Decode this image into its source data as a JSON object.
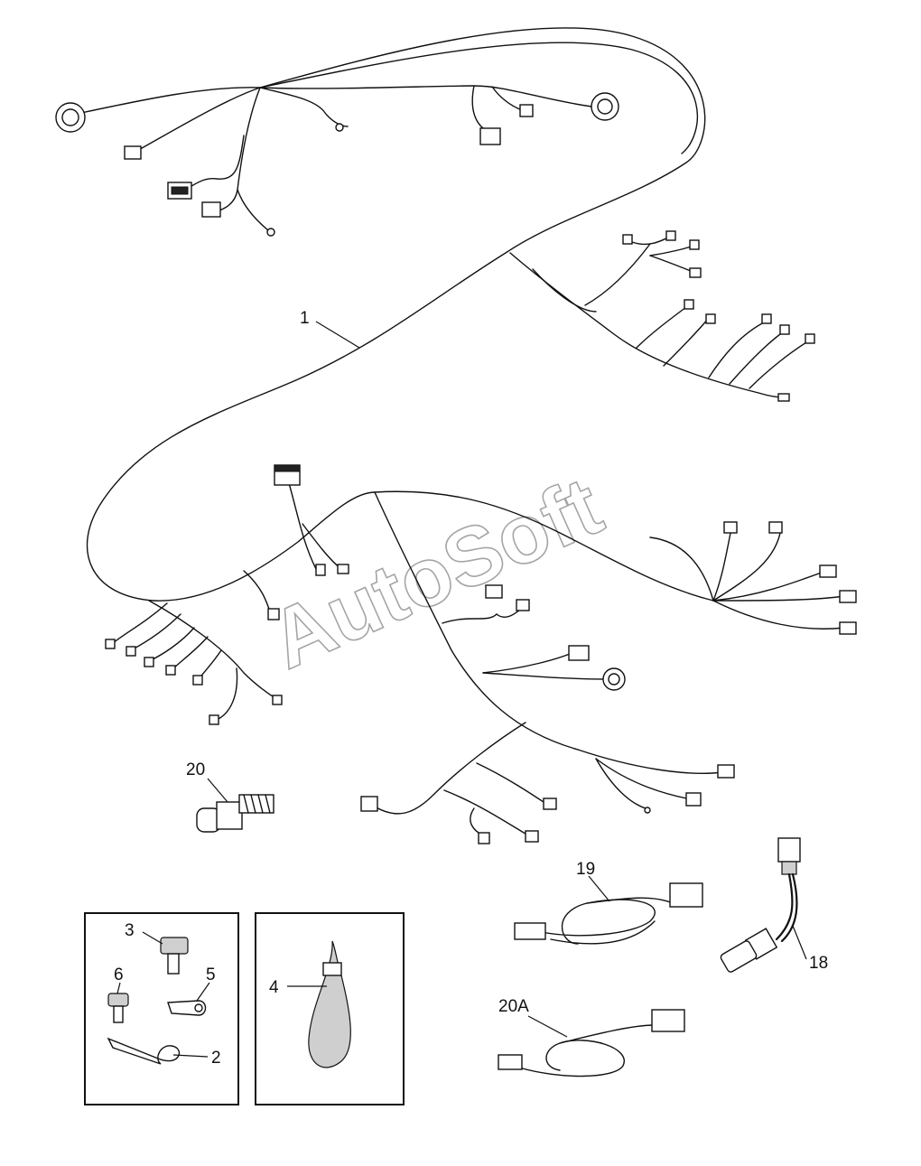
{
  "watermark": "AutoSoft",
  "callouts": {
    "c1": "1",
    "c2": "2",
    "c3": "3",
    "c4": "4",
    "c5": "5",
    "c6": "6",
    "c18": "18",
    "c19": "19",
    "c20": "20",
    "c20a": "20A"
  }
}
